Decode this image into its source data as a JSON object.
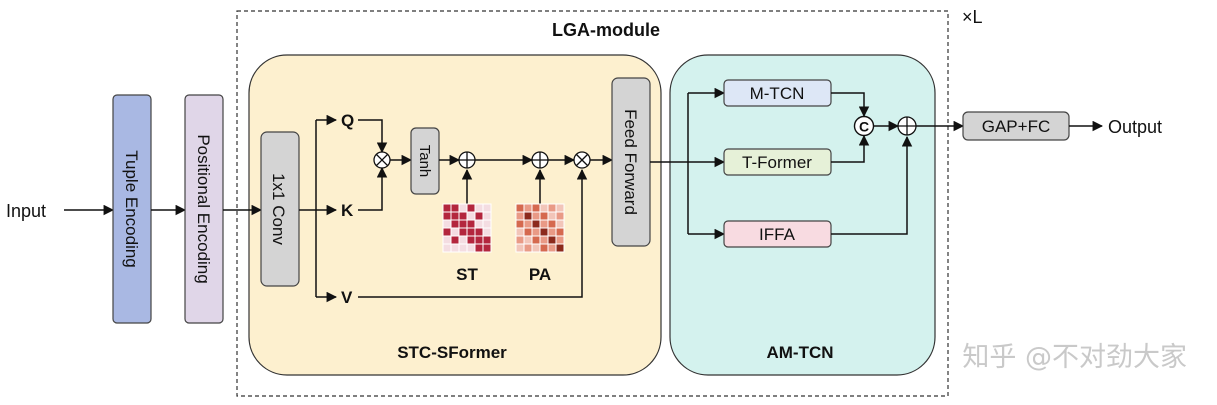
{
  "diagram": {
    "repeat_label": "×L",
    "input_label": "Input",
    "output_label": "Output",
    "tuple_encoding": "Tuple  Encoding",
    "positional_encoding": "Positional Encoding",
    "lga_module_title": "LGA-module",
    "stc_sformer": {
      "title": "STC-SFormer",
      "conv_label": "1x1  Conv",
      "q_label": "Q",
      "k_label": "K",
      "v_label": "V",
      "tanh_label": "Tanh",
      "st_label": "ST",
      "pa_label": "PA",
      "feed_forward_label": "Feed Forward"
    },
    "am_tcn": {
      "title": "AM-TCN",
      "m_tcn_label": "M-TCN",
      "t_former_label": "T-Former",
      "iffa_label": "IFFA",
      "concat_symbol": "C"
    },
    "gap_fc_label": "GAP+FC",
    "watermark": "知乎 @不对劲大家",
    "colors": {
      "tuple_fill": "#a9b8e3",
      "positional_fill": "#e0d6e8",
      "stc_fill": "#fdf0cf",
      "amtcn_fill": "#d4f2ee",
      "gray_block": "#d4d4d4",
      "m_tcn_fill": "#dde7f6",
      "t_former_fill": "#e6f1d8",
      "iffa_fill": "#f8dbe1",
      "st_dark": "#b3263d",
      "st_light": "#f4dde2",
      "pa_dark": "#8c2a1c",
      "pa_mid": "#d5694f",
      "pa_light": "#f2c5b9"
    },
    "st_matrix": [
      [
        1,
        1,
        0,
        1,
        0,
        0
      ],
      [
        1,
        1,
        1,
        0,
        1,
        0
      ],
      [
        0,
        1,
        1,
        1,
        0,
        0
      ],
      [
        1,
        0,
        1,
        1,
        1,
        0
      ],
      [
        0,
        1,
        0,
        1,
        1,
        1
      ],
      [
        0,
        0,
        0,
        0,
        1,
        1
      ]
    ],
    "pa_matrix": [
      [
        2,
        1,
        2,
        0,
        1,
        0
      ],
      [
        1,
        3,
        1,
        2,
        0,
        1
      ],
      [
        2,
        1,
        3,
        1,
        2,
        0
      ],
      [
        0,
        2,
        1,
        3,
        1,
        2
      ],
      [
        1,
        0,
        2,
        1,
        3,
        1
      ],
      [
        0,
        1,
        0,
        2,
        1,
        3
      ]
    ]
  }
}
